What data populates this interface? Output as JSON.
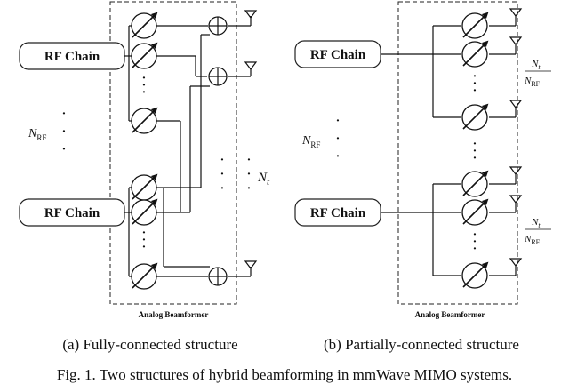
{
  "left_panel": {
    "rf_chain_top": "RF Chain",
    "rf_chain_bottom": "RF Chain",
    "nrf_label": "N",
    "nrf_sub": "RF",
    "nt_label": "N",
    "nt_sub": "t",
    "beamformer_label": "Analog Beamformer",
    "subcaption": "(a)  Fully-connected structure"
  },
  "right_panel": {
    "rf_chain_top": "RF Chain",
    "rf_chain_bottom": "RF Chain",
    "nrf_label": "N",
    "nrf_sub": "RF",
    "ratio_top_num": "N",
    "ratio_top_num_sub": "t",
    "ratio_top_den": "N",
    "ratio_top_den_sub": "RF",
    "ratio_bottom_num": "N",
    "ratio_bottom_num_sub": "t",
    "ratio_bottom_den": "N",
    "ratio_bottom_den_sub": "RF",
    "beamformer_label": "Analog Beamformer",
    "subcaption": "(b)  Partially-connected structure"
  },
  "figure_caption": "Fig. 1.   Two structures of hybrid beamforming in mmWave MIMO systems.",
  "icons": {
    "phase_shifter": "phase-shifter-icon",
    "adder": "adder-icon",
    "antenna": "antenna-icon"
  }
}
